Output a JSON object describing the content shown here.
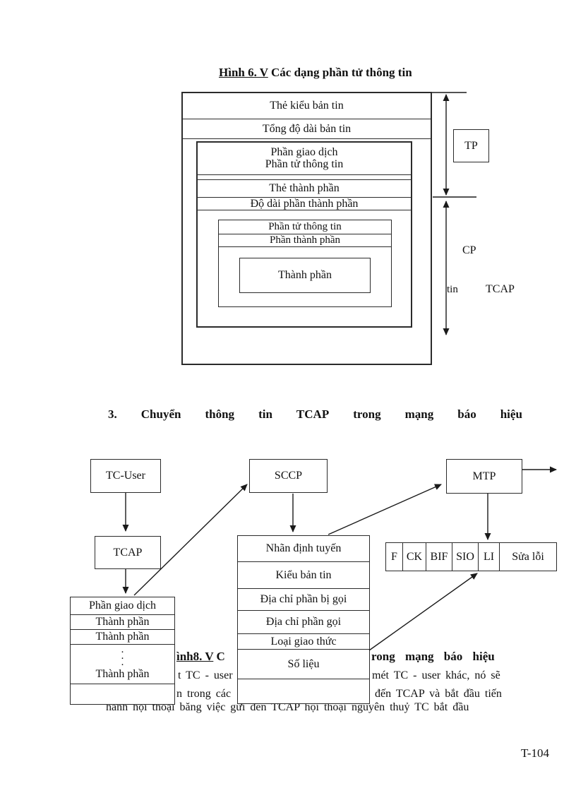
{
  "figure6": {
    "title_underlined": "Hình 6. V",
    "title_rest": " Các dạng phần tử thông tin",
    "row1": "Thẻ kiểu bản tin",
    "row2": "Tổng độ dài bản tin",
    "boxA_line1": "Phần giao dịch",
    "boxA_line2": "Phần tử thông tin",
    "boxA_row3": "Thẻ thành phần",
    "boxA_row4": "Độ dài phần thành phần",
    "boxB_row1": "Phần tử thông tin",
    "boxB_row2": "Phần thành phần",
    "boxC": "Thành phần",
    "labels": {
      "tp": "TP",
      "cp": "CP",
      "tin": "tin",
      "tcap": "TCAP"
    }
  },
  "section3": {
    "number": "3.",
    "w1": "Chuyển",
    "w2": "thông",
    "w3": "tin",
    "w4": "TCAP",
    "w5": "trong",
    "w6": "mạng",
    "w7": "báo",
    "w8": "hiệu"
  },
  "figure8": {
    "tc_user": "TC-User",
    "sccp": "SCCP",
    "mtp": "MTP",
    "tcap": "TCAP",
    "left_table": {
      "r1": "Phần giao dịch",
      "r2": "Thành phần",
      "r3": "Thành phần",
      "dots": ".\n.\n.",
      "r4": "Thành phần"
    },
    "middle_table": {
      "r1": "Nhãn định tuyến",
      "r2": "Kiểu bản tin",
      "r3": "Địa chỉ phần bị gọi",
      "r4": "Địa chỉ phần gọi",
      "r5": "Loại giao thức",
      "r6": "Số liệu"
    },
    "frame": {
      "c1": "F",
      "c2": "CK",
      "c3": "BIF",
      "c4": "SIO",
      "c5": "LI",
      "c6": "Sửa lỗi"
    }
  },
  "caption8": {
    "underlined": "ình8. V",
    "mid": " C",
    "right": "rong mạng báo hiệu"
  },
  "paragraph": {
    "line2_left": "t TC - user",
    "line2_right": "mét TC - user khác, nó sẽ",
    "line3_left": "n trong các",
    "line3_right": "đến TCAP và bắt đầu tiến",
    "line4": "hành hội thoại băng việc gửi đến TCAP hội thoại nguyên thuỷ TC bắt đầu"
  },
  "page_number": "T-104"
}
